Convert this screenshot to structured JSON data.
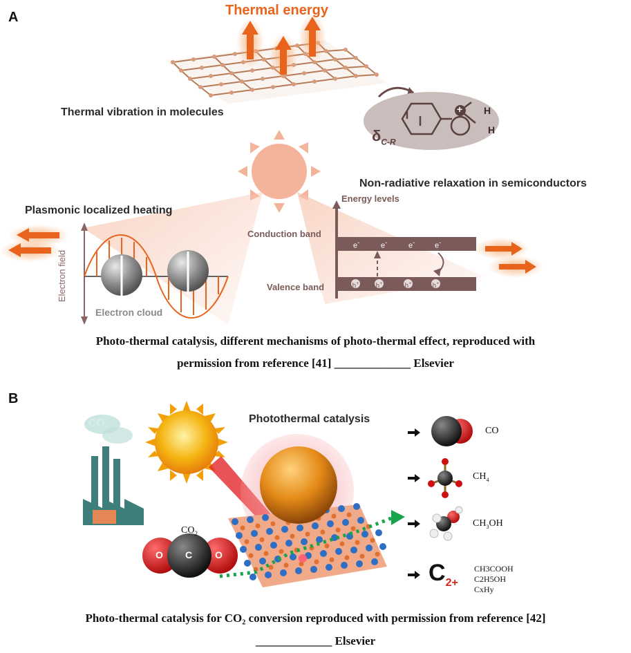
{
  "panel_a": {
    "letter": "A",
    "thermal_energy": "Thermal energy",
    "thermal_vibration": "Thermal vibration in molecules",
    "delta_label": "δ",
    "delta_sub": "C-R",
    "h_label": "H",
    "plus_label": "+",
    "nonrad": "Non-radiative relaxation in semiconductors",
    "energy_levels": "Energy levels",
    "conduction_band": "Conduction band",
    "valence_band": "Valence band",
    "electron": "e",
    "hole": "h",
    "plasmonic": "Plasmonic localized heating",
    "electron_field": "Electron field",
    "electron_cloud": "Electron cloud",
    "caption_line1": "Photo-thermal catalysis, different mechanisms of photo-thermal effect, reproduced with",
    "caption_line2": "permission from reference [41] _____________ Elsevier"
  },
  "panel_b": {
    "letter": "B",
    "title": "Photothermal catalysis",
    "co2_small": "CO",
    "co2_label": "CO",
    "co2_sub": "2",
    "atom_o": "O",
    "atom_c": "C",
    "products": {
      "co": "CO",
      "ch4": "CH",
      "ch4_sub": "4",
      "ch3oh": "CH",
      "ch3oh_sub": "3",
      "ch3oh_end": "OH",
      "c2": "C",
      "c2_sub": "2+",
      "c2_list_1": "CH3COOH",
      "c2_list_2": "C2H5OH",
      "c2_list_3": "CxHy"
    },
    "caption_line1": "Photo-thermal catalysis for CO₂ conversion reproduced with permission from reference [42]",
    "caption_line2": "_____________ Elsevier"
  },
  "colors": {
    "orange": "#e8631c",
    "band_brown": "#7b5a5a",
    "sun_pink": "#f4b49c",
    "sun_gold": "#f5a90e",
    "particle_orange": "#e48a17",
    "green_dots": "#19a34a"
  }
}
